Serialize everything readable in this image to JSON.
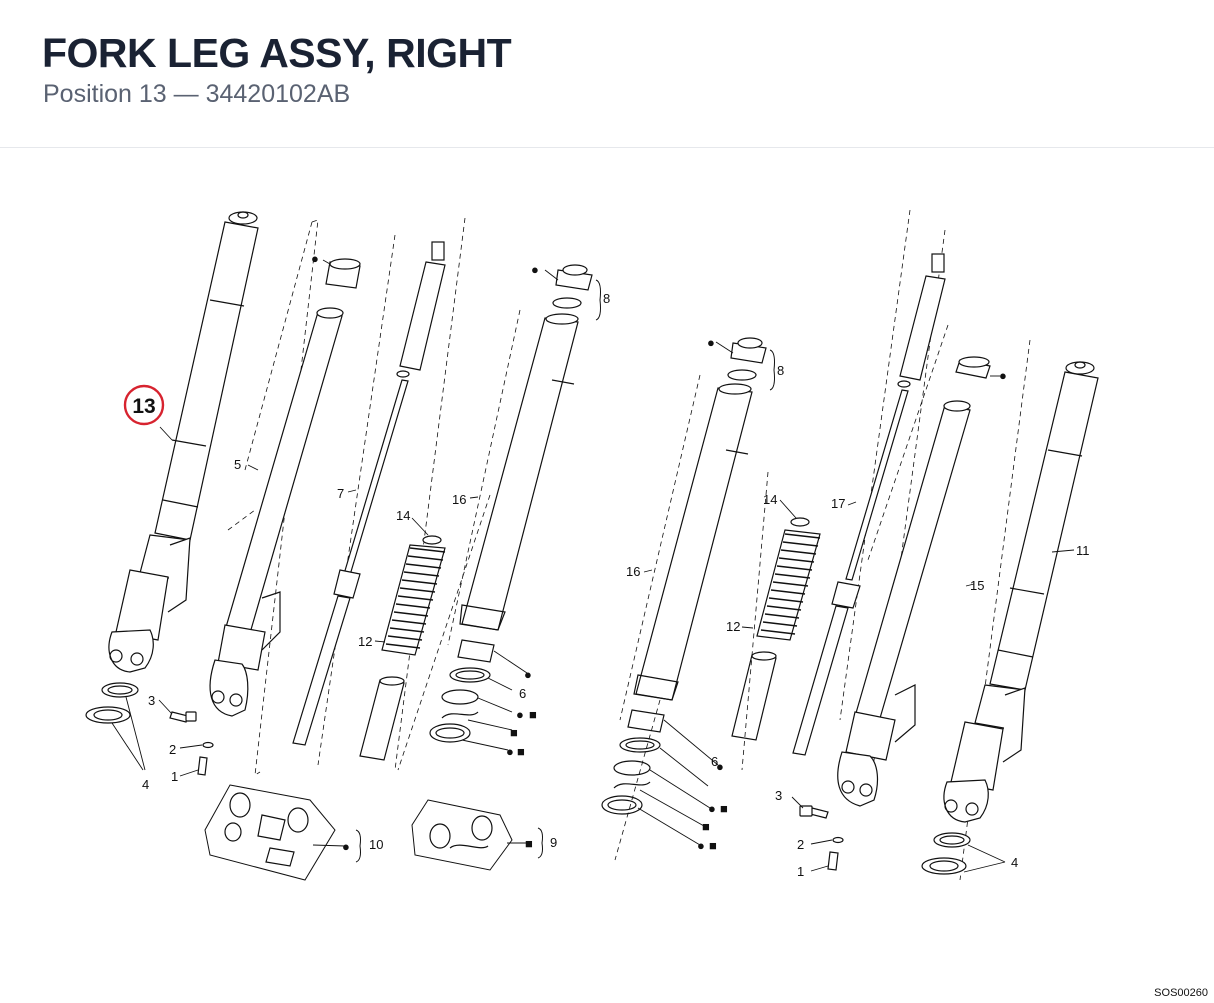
{
  "header": {
    "title": "FORK LEG ASSY, RIGHT",
    "subtitle": "Position 13 — 34420102AB"
  },
  "highlight": {
    "label": "13",
    "color": "#d7232f"
  },
  "callouts": {
    "n1": "1",
    "n2": "2",
    "n3": "3",
    "n4": "4",
    "n5": "5",
    "n6": "6",
    "n7": "7",
    "n8": "8",
    "n9": "9",
    "n10": "10",
    "n11": "11",
    "n12": "12",
    "n14": "14",
    "n15": "15",
    "n16": "16",
    "n17": "17"
  },
  "legend_symbols": {
    "dot": "●",
    "square": "■"
  },
  "footer": {
    "code": "SOS00260"
  }
}
